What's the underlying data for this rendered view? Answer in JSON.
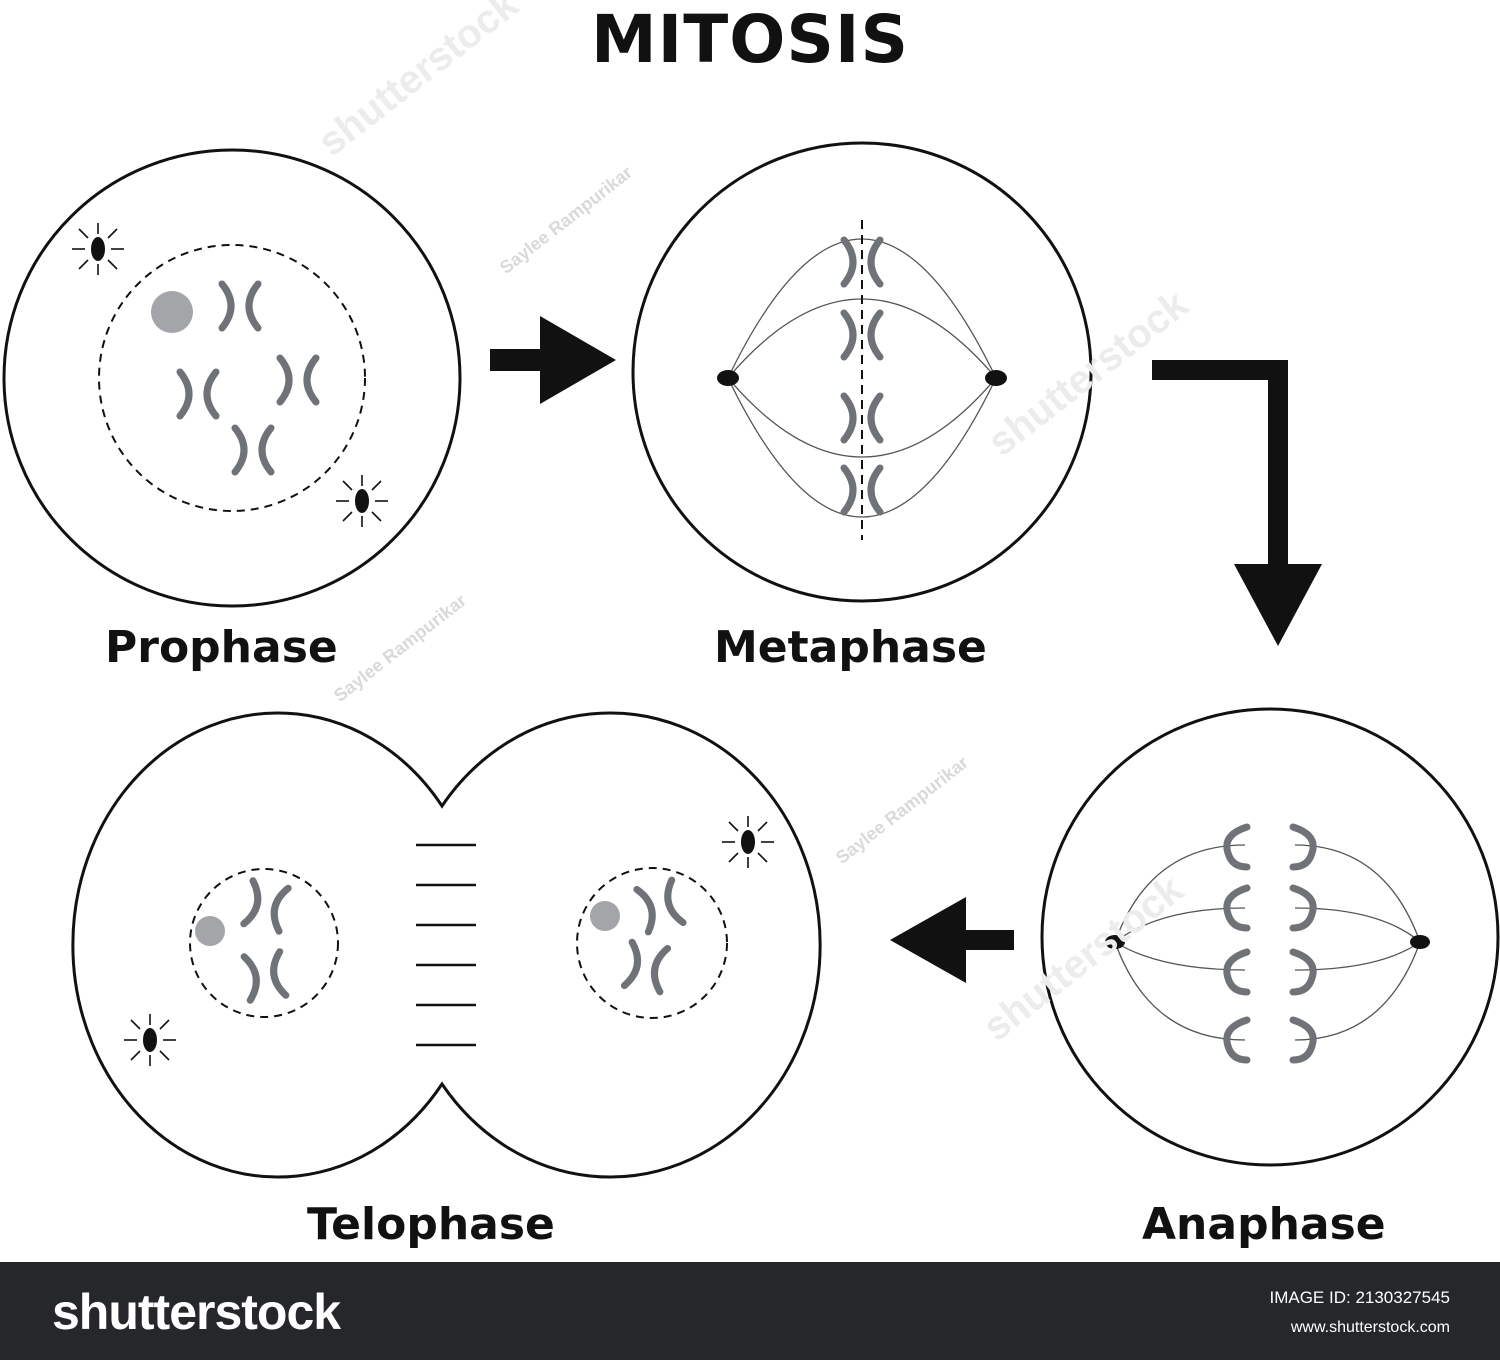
{
  "title": "MITOSIS",
  "phases": {
    "prophase": "Prophase",
    "metaphase": "Metaphase",
    "anaphase": "Anaphase",
    "telophase": "Telophase"
  },
  "watermark": {
    "author_credit": "Saylee Rampurikar",
    "brand_mark": "shutterstock"
  },
  "footer": {
    "logo": "shutterstock",
    "image_id": "IMAGE ID: 2130327545",
    "url": "www.shutterstock.com"
  },
  "colors": {
    "outline": "#111111",
    "chromosome": "#6f7377",
    "nucleolus": "#a3a5a8",
    "spindle": "#555555",
    "footer_bg": "#25272b"
  },
  "icons": {
    "arrow": "arrow-icon",
    "centrosome": "centrosome-icon"
  }
}
